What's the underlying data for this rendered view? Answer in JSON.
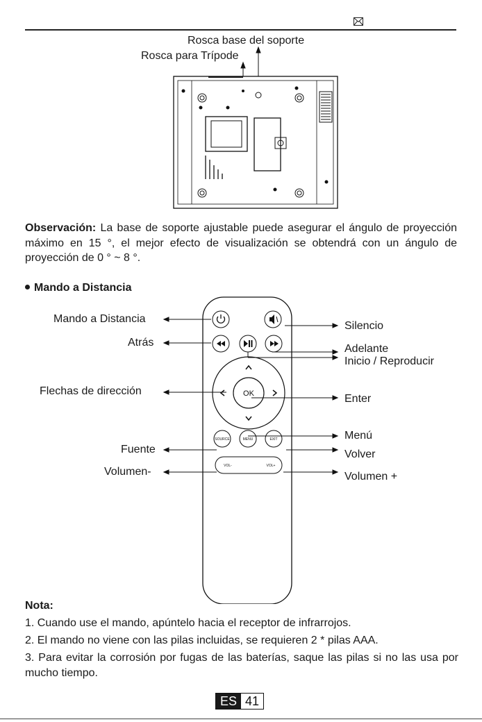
{
  "header": {
    "mail_icon": "envelope-icon"
  },
  "projector_labels": {
    "thread_base": "Rosca base del soporte",
    "thread_tripod": "Rosca para Trípode"
  },
  "observation": {
    "label": "Observación:",
    "text": " La base de soporte ajustable puede asegurar el ángulo de proyección máximo en 15 °, el mejor efecto de visualización se obtendrá con un ángulo de proyección de 0 ° ~ 8 °."
  },
  "remote_section": {
    "title": "Mando a Distancia"
  },
  "remote_labels_left": {
    "power": "Mando a Distancia",
    "back": "Atrás",
    "arrows": "Flechas de dirección",
    "source": "Fuente",
    "volume_down": "Volumen-"
  },
  "remote_labels_right": {
    "mute": "Silencio",
    "forward": "Adelante",
    "play": "Inicio / Reproducir",
    "enter": "Enter",
    "menu": "Menú",
    "return": "Volver",
    "volume_up": "Volumen +"
  },
  "remote_button_text": {
    "ok": "OK",
    "source": "SOURCE",
    "menu": "MENU",
    "exit": "EXIT",
    "vol_minus": "VOL-",
    "vol_plus": "VOL+"
  },
  "notes": {
    "title": "Nota:",
    "items": [
      "1. Cuando use el mando, apúntelo hacia el receptor de infrarrojos.",
      "2. El mando  no viene con las pilas incluidas, se requieren 2 * pilas AAA.",
      "3. Para evitar la corrosión por fugas de las baterías, saque las pilas si no las usa por mucho tiempo."
    ]
  },
  "footer": {
    "lang": "ES",
    "page": "41"
  }
}
